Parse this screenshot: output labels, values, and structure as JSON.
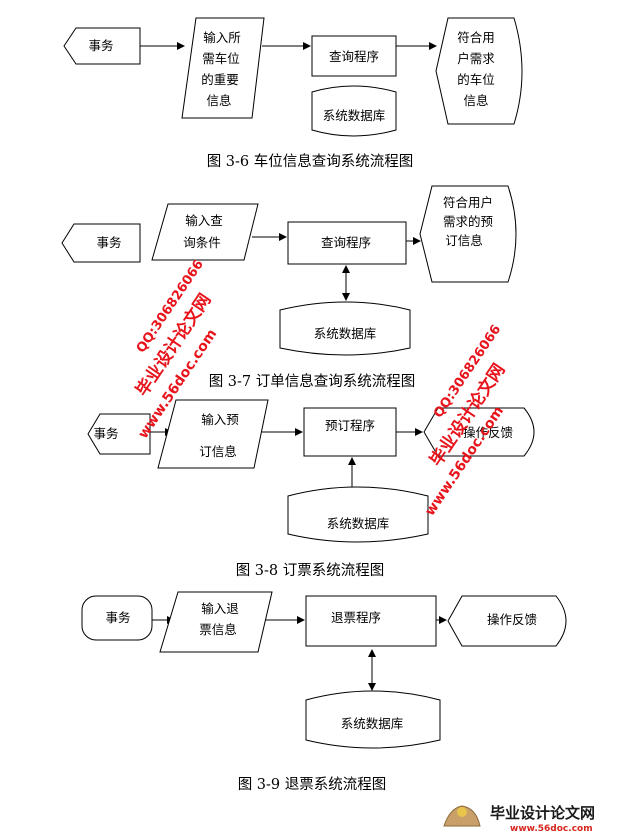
{
  "fig36": {
    "event": "事务",
    "input": [
      "输入所",
      "需车位",
      "的重要",
      "信息"
    ],
    "process": "查询程序",
    "db": "系统数据库",
    "output": [
      "符合用",
      "户需求",
      "的车位",
      "信息"
    ],
    "caption": "图 3-6 车位信息查询系统流程图"
  },
  "fig37": {
    "event": "事务",
    "input": [
      "输入查",
      "询条件"
    ],
    "process": "查询程序",
    "db": "系统数据库",
    "output": [
      "符合用户",
      "需求的预",
      "订信息"
    ],
    "caption": "图 3-7 订单信息查询系统流程图"
  },
  "fig38": {
    "event": "事务",
    "input": [
      "输入预",
      "订信息"
    ],
    "process": "预订程序",
    "db": "系统数据库",
    "output": "操作反馈",
    "caption": "图 3-8 订票系统流程图"
  },
  "fig39": {
    "event": "事务",
    "input": [
      "输入退",
      "票信息"
    ],
    "process": "退票程序",
    "db": "系统数据库",
    "output": "操作反馈",
    "caption": "图 3-9 退票系统流程图"
  },
  "watermarks": {
    "site_name": "毕业设计论文网",
    "qq": "QQ:306826066",
    "url": "www.56doc.com"
  },
  "logo": {
    "text": "毕业设计论文网",
    "url": "www.56doc.com"
  }
}
